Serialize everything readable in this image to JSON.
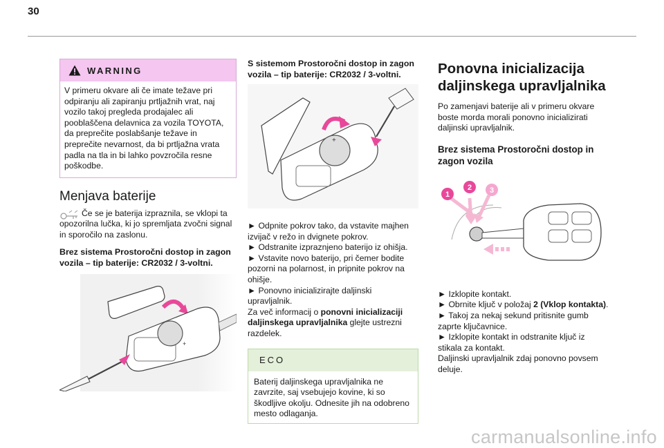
{
  "page": {
    "number": "30"
  },
  "warning": {
    "title": "WARNING",
    "text": "V primeru okvare ali če imate težave pri odpiranju ali zapiranju prtljažnih vrat, naj vozilo takoj pregleda prodajalec ali pooblaščena delavnica za vozila TOYOTA, da preprečite poslabšanje težave in preprečite nevarnost, da bi prtljažna vrata padla na tla in bi lahko povzročila resne poškodbe."
  },
  "battery": {
    "title": "Menjava baterije",
    "lamp_text": "Če se je baterija izpraznila, se vklopi ta opozorilna lučka, ki jo spremljata zvočni signal in sporočilo na zaslonu.",
    "without_heading": "Brez sistema Prostoročni dostop in zagon vozila – tip baterije: CR2032 / 3-voltni.",
    "with_heading": "S sistemom Prostoročni dostop in zagon vozila – tip baterije: CR2032 / 3-voltni.",
    "steps": [
      "► Odpnite pokrov tako, da vstavite majhen izvijač v režo in dvignete pokrov.",
      "► Odstranite izpraznjeno baterijo iz ohišja.",
      "► Vstavite novo baterijo, pri čemer bodite pozorni na polarnost, in pripnite pokrov na ohišje.",
      "► Ponovno inicializirajte daljinski upravljalnik."
    ],
    "more_prefix": "Za več informacij o ",
    "more_bold": "ponovni inicializaciji daljinskega upravljalnika",
    "more_suffix": " glejte ustrezni razdelek."
  },
  "eco": {
    "title": "ECO",
    "text": "Baterij daljinskega upravljalnika ne zavrzite, saj vsebujejo kovine, ki so škodljive okolju. Odnesite jih na odobreno mesto odlaganja."
  },
  "reinit": {
    "title": "Ponovna inicializacija daljinskega upravljalnika",
    "intro": "Po zamenjavi baterije ali v primeru okvare boste morda morali ponovno inicializirati daljinski upravljalnik.",
    "subheading": "Brez sistema Prostoročni dostop in zagon vozila",
    "badges": [
      "1",
      "2",
      "3"
    ],
    "step1": "► Izklopite kontakt.",
    "step2_prefix": "► Obrnite ključ v položaj ",
    "step2_bold": "2 (Vklop kontakta)",
    "step2_suffix": ".",
    "step3": "► Takoj za nekaj sekund pritisnite gumb zaprte ključavnice.",
    "step4": "► Izklopite kontakt in odstranite ključ iz stikala za kontakt.",
    "closing": "Daljinski upravljalnik zdaj ponovno povsem deluje."
  },
  "footer": {
    "watermark": "carmanualsonline.info"
  },
  "colors": {
    "warning_bg": "#f4c6f0",
    "eco_bg": "#e4f0da",
    "accent_pink": "#e8489a"
  }
}
